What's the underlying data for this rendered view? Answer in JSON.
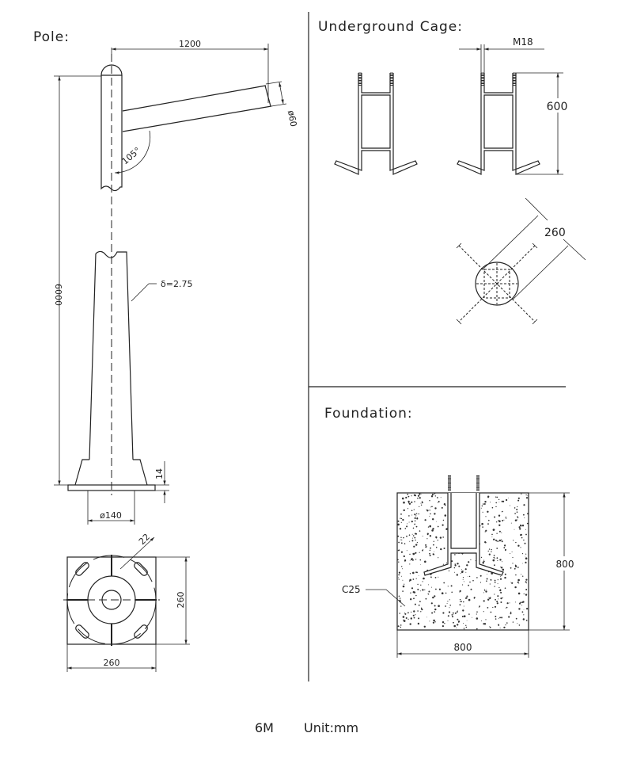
{
  "sections": {
    "pole": {
      "title": "Pole:"
    },
    "cage": {
      "title": "Underground  Cage:"
    },
    "foundation": {
      "title": "Foundation:"
    }
  },
  "pole_dims": {
    "arm_length": "1200",
    "arm_diameter": "ø60",
    "arm_angle": "105°",
    "height": "6000",
    "thickness": "δ=2.75",
    "flange_thickness": "14",
    "base_diameter": "ø140",
    "bolt_slot": "22",
    "plate_height": "260",
    "plate_width": "260"
  },
  "cage_dims": {
    "bolt": "M18",
    "height": "600",
    "spacing": "260"
  },
  "foundation_dims": {
    "concrete_grade": "C25",
    "height": "800",
    "width": "800"
  },
  "footer": {
    "size": "6M",
    "unit": "Unit:mm"
  }
}
